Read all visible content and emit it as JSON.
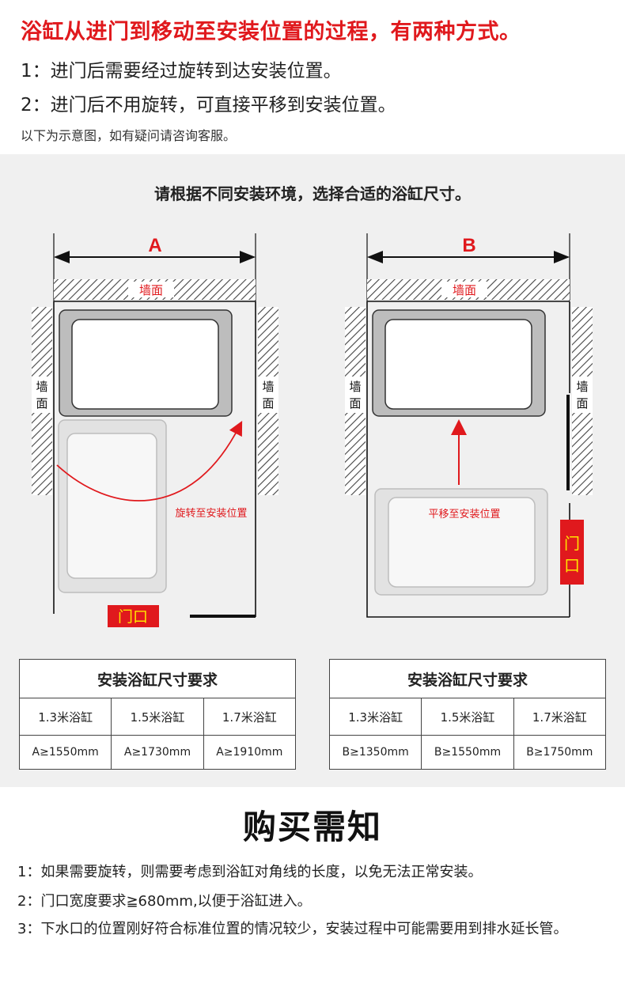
{
  "header": {
    "title": "浴缸从进门到移动至安装位置的过程，有两种方式。",
    "line1": "1：进门后需要经过旋转到达安装位置。",
    "line2": "2：进门后不用旋转，可直接平移到安装位置。",
    "note": "以下为示意图，如有疑问请咨询客服。"
  },
  "diagram_panel": {
    "title": "请根据不同安装环境，选择合适的浴缸尺寸。",
    "left": {
      "dimension_label": "A",
      "wall_top": "墙面",
      "wall_left": [
        "墙",
        "面"
      ],
      "wall_right": [
        "墙",
        "面"
      ],
      "action_label": "旋转至安装位置",
      "door_label": "门口"
    },
    "right": {
      "dimension_label": "B",
      "wall_top": "墙面",
      "wall_left": [
        "墙",
        "面"
      ],
      "wall_right": [
        "墙",
        "面"
      ],
      "action_label": "平移至安装位置",
      "door_label": [
        "门",
        "口"
      ]
    },
    "colors": {
      "accent_red": "#e0191d",
      "door_yellow": "#ffe600",
      "wall_hatch": "#444444",
      "panel_bg": "#f0f0f0"
    }
  },
  "table_a": {
    "title": "安装浴缸尺寸要求",
    "sizes": [
      "1.3米浴缸",
      "1.5米浴缸",
      "1.7米浴缸"
    ],
    "requirements": [
      "A≥1550mm",
      "A≥1730mm",
      "A≥1910mm"
    ]
  },
  "table_b": {
    "title": "安装浴缸尺寸要求",
    "sizes": [
      "1.3米浴缸",
      "1.5米浴缸",
      "1.7米浴缸"
    ],
    "requirements": [
      "B≥1350mm",
      "B≥1550mm",
      "B≥1750mm"
    ]
  },
  "notice": {
    "heading": "购买需知",
    "items": [
      "1：如果需要旋转，则需要考虑到浴缸对角线的长度，以免无法正常安装。",
      "2：门口宽度要求≧680mm,以便于浴缸进入。",
      "3：下水口的位置刚好符合标准位置的情况较少，安装过程中可能需要用到排水延长管。"
    ]
  }
}
